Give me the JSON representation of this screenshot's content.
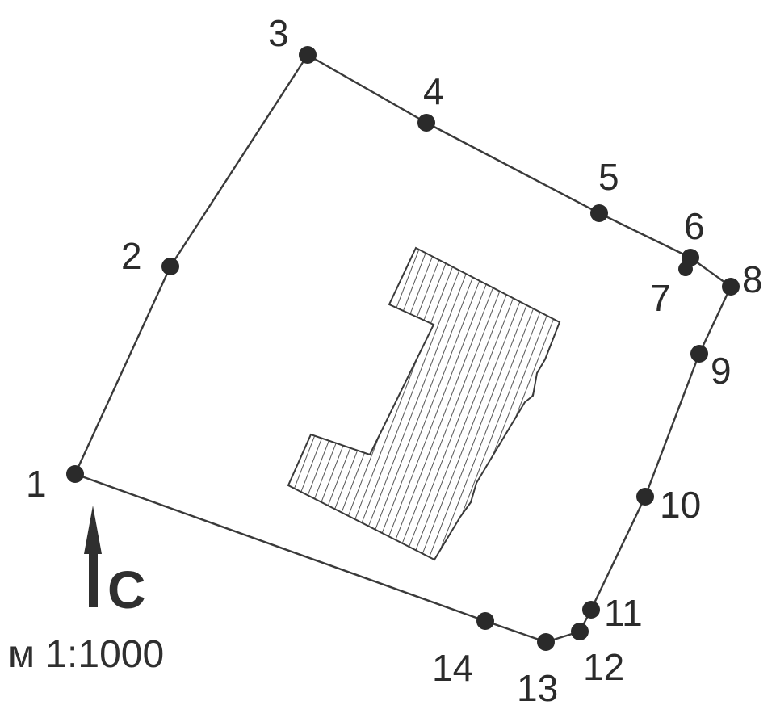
{
  "vertices": [
    {
      "id": "1"
    },
    {
      "id": "2"
    },
    {
      "id": "3"
    },
    {
      "id": "4"
    },
    {
      "id": "5"
    },
    {
      "id": "6"
    },
    {
      "id": "7"
    },
    {
      "id": "8"
    },
    {
      "id": "9"
    },
    {
      "id": "10"
    },
    {
      "id": "11"
    },
    {
      "id": "12"
    },
    {
      "id": "13"
    },
    {
      "id": "14"
    }
  ],
  "north": {
    "letter": "С"
  },
  "scale": {
    "text": "м 1:1000"
  },
  "colors": {
    "line": "#3a3a3a",
    "vertex": "#2a2a2a",
    "hatch": "#555555",
    "text": "#2b2b2b"
  }
}
